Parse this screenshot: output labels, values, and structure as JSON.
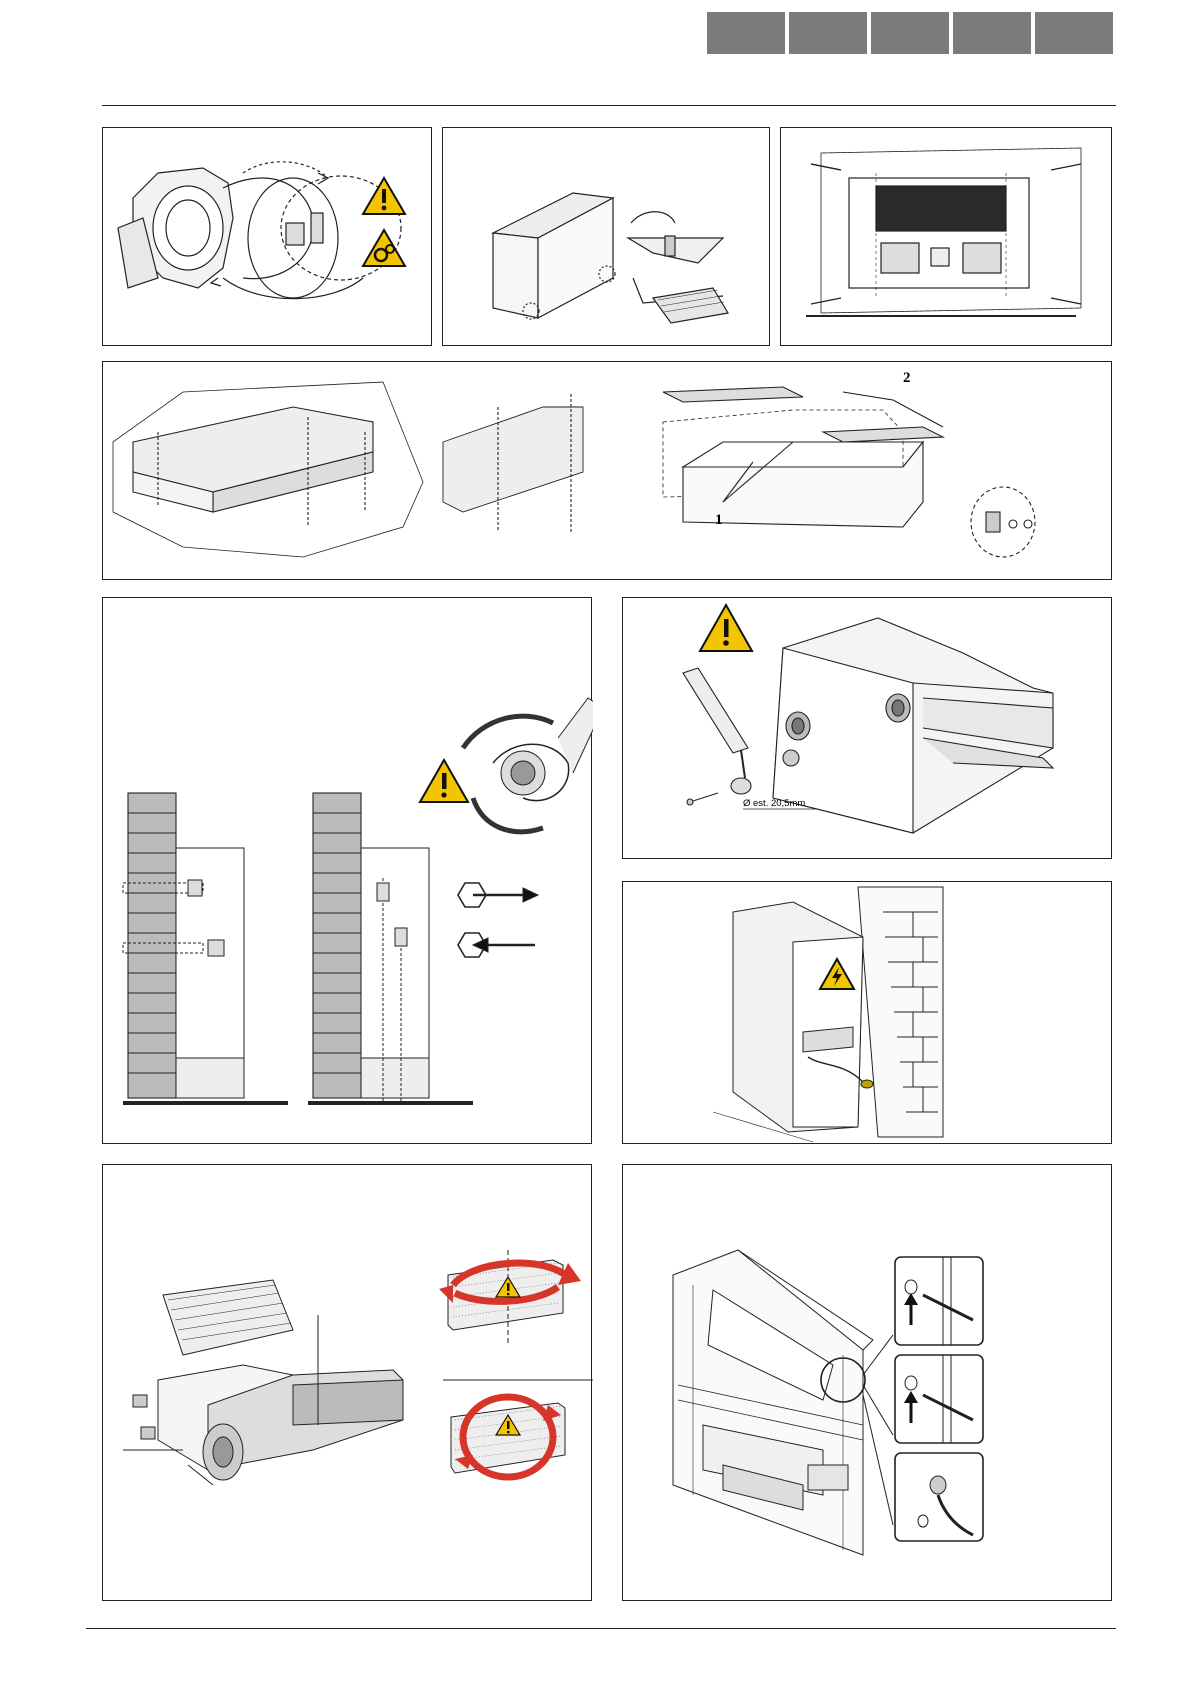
{
  "header": {
    "tabs": [
      "",
      "",
      "",
      "",
      ""
    ],
    "tab_color": "#7b7b7b"
  },
  "figures": {
    "wall_mount": {
      "callout_2": "2",
      "callout_1": "1"
    },
    "knockout": {
      "diameter_label": "Ø est. 20,5mm"
    }
  },
  "icons": {
    "warning": "warning-triangle-icon",
    "rotating_parts": "rotating-parts-hazard-icon",
    "electric": "electric-shock-hazard-icon"
  },
  "colors": {
    "warning_yellow": "#f2c500",
    "rotate_red": "#d8352a",
    "line": "#222222"
  }
}
